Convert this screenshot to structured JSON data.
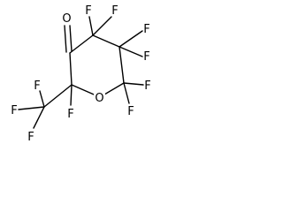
{
  "molecule": {
    "atoms": {
      "oxo_O": "O",
      "ring_O": "O",
      "c4_F_a": "F",
      "c4_F_b": "F",
      "c5_F_a": "F",
      "c5_F_b": "F",
      "c6_F_a": "F",
      "c6_F_b": "F",
      "c2_F": "F",
      "cf3_F_top": "F",
      "cf3_F_left": "F",
      "cf3_F_bottom": "F"
    }
  }
}
